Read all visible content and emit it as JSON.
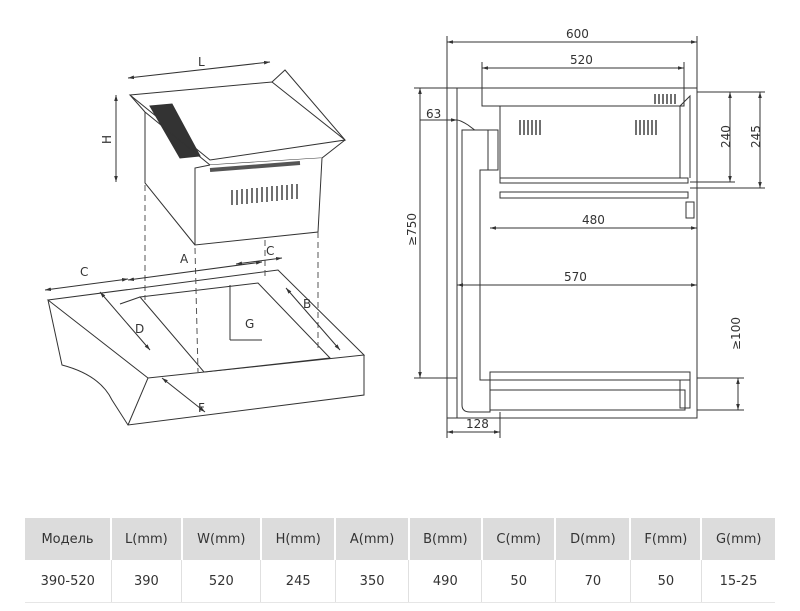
{
  "left_drawing": {
    "labels": {
      "L": "L",
      "H": "H",
      "A": "A",
      "B": "B",
      "C_left": "C",
      "C_right": "C",
      "D": "D",
      "F": "F",
      "G": "G"
    }
  },
  "right_drawing": {
    "dims": {
      "width_600": "600",
      "width_520": "520",
      "offset_63": "63",
      "height_240": "240",
      "height_245": "245",
      "width_480": "480",
      "width_570": "570",
      "height_750": "≥750",
      "gap_100": "≥100",
      "width_128": "128"
    }
  },
  "table": {
    "headers": [
      "Модель",
      "L(mm)",
      "W(mm)",
      "H(mm)",
      "A(mm)",
      "B(mm)",
      "C(mm)",
      "D(mm)",
      "F(mm)",
      "G(mm)"
    ],
    "rows": [
      [
        "390-520",
        "390",
        "520",
        "245",
        "350",
        "490",
        "50",
        "70",
        "50",
        "15-25"
      ]
    ]
  }
}
